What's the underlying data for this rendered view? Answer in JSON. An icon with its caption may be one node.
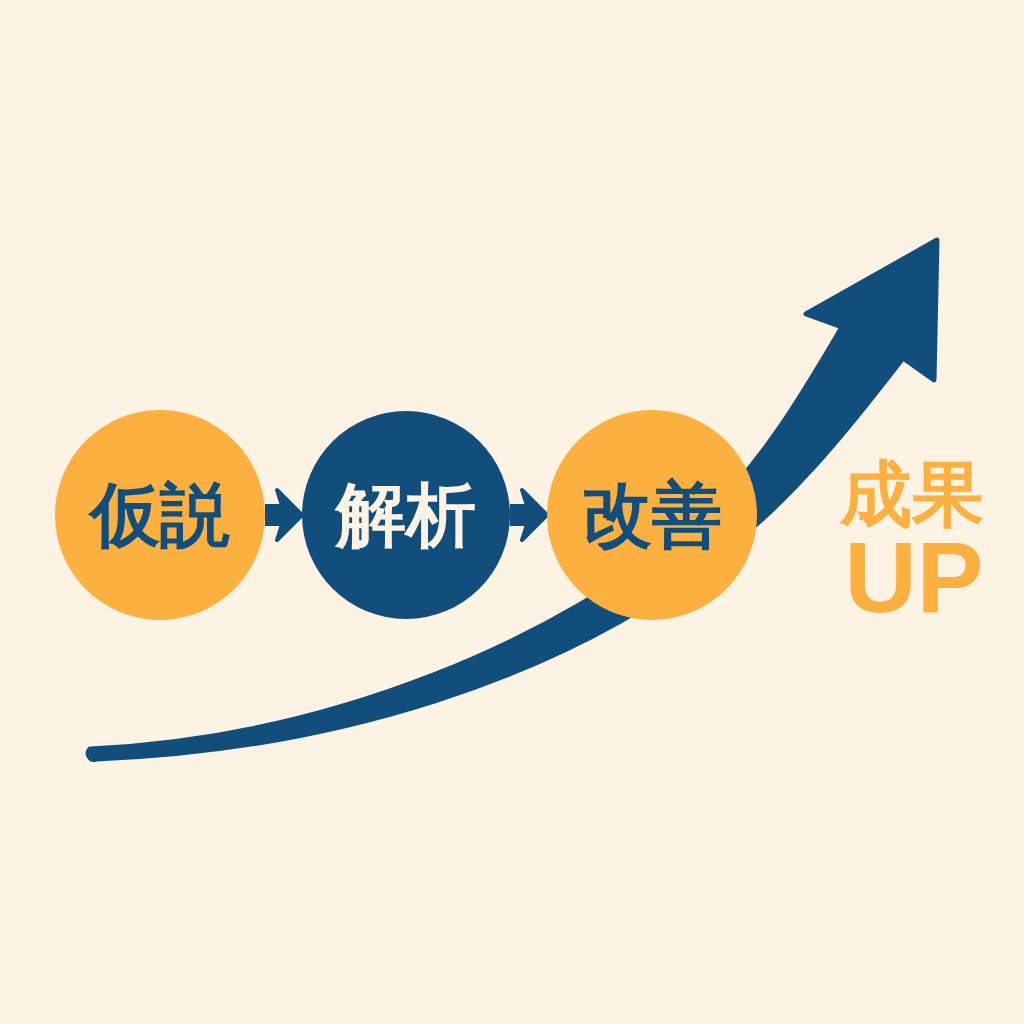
{
  "diagram": {
    "nodes": [
      {
        "text": [
          "仮説"
        ]
      },
      {
        "text": [
          "解析"
        ]
      },
      {
        "text": [
          "改善"
        ]
      }
    ],
    "edges": [
      {
        "from": 0,
        "to": 1,
        "arrow": "to"
      },
      {
        "from": 1,
        "to": 2,
        "arrow": "to"
      }
    ],
    "labels": [
      "成果",
      "UP"
    ]
  }
}
